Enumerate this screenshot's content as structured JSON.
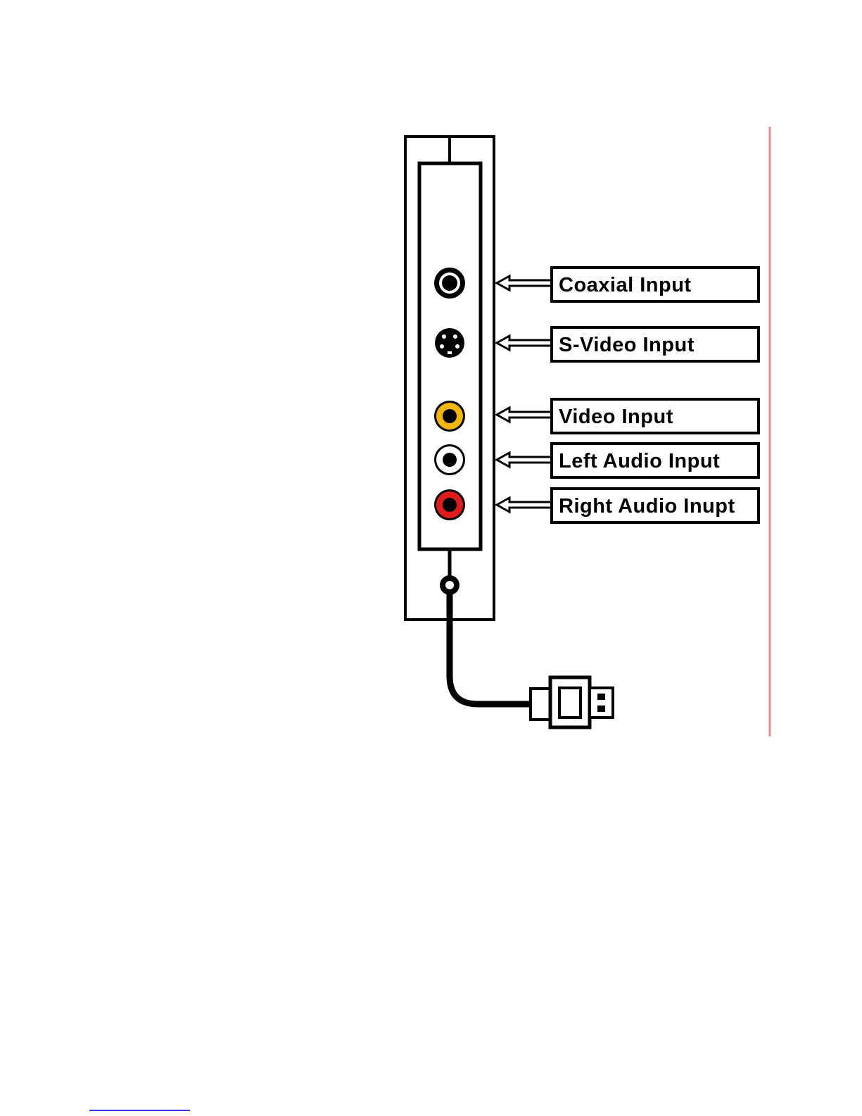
{
  "diagram": {
    "labels": {
      "coaxial": "Coaxial Input",
      "svideo": "S-Video Input",
      "video": "Video Input",
      "left_audio": "Left Audio Input",
      "right_audio": "Right Audio Inupt"
    },
    "colors": {
      "video_jack": "#f2b705",
      "right_audio_jack": "#e01b1b",
      "left_audio_jack": "#ffffff",
      "margin_rule": "#e88c95",
      "footnote_rule": "#3a3ae0"
    },
    "icons": [
      "coaxial-jack-icon",
      "svideo-jack-icon",
      "rca-jack-icon",
      "usb-plug-icon"
    ]
  }
}
